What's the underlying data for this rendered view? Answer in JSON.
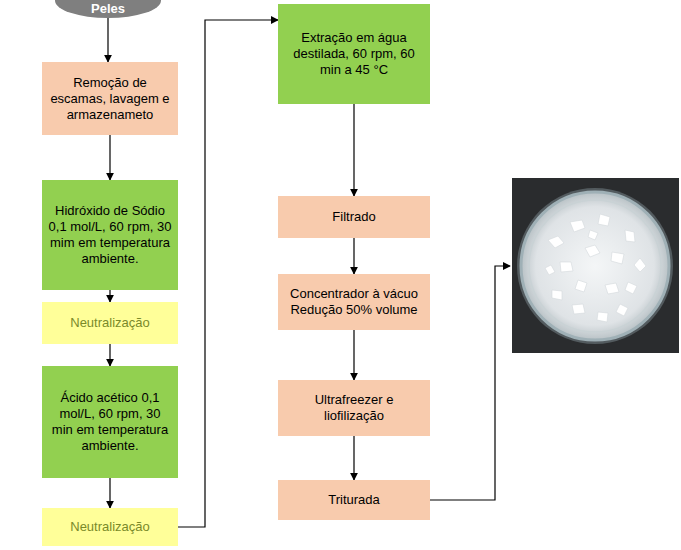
{
  "diagram": {
    "nodes": [
      {
        "text": [
          "Peles"
        ]
      },
      {
        "text": [
          "Remoção de escamas, lavagem e armazenameto"
        ]
      },
      {
        "text": [
          "Hidróxido de Sódio 0,1 mol/L, 60 rpm, 30 mim em temperatura ambiente."
        ]
      },
      {
        "text": [
          "Neutralização"
        ]
      },
      {
        "text": [
          "Ácido acético 0,1 mol/L, 60 rpm, 30 min em temperatura ambiente."
        ]
      },
      {
        "text": [
          "Neutralização"
        ]
      },
      {
        "text": [
          "Extração em água destilada, 60 rpm, 60 min a 45 °C"
        ]
      },
      {
        "text": [
          "Filtrado"
        ]
      },
      {
        "text": [
          "Concentrador à vácuo Redução 50% volume"
        ]
      },
      {
        "text": [
          "Ultrafreezer e liofilização"
        ]
      },
      {
        "text": [
          "Triturada"
        ]
      }
    ],
    "edges": [
      {
        "from": 0,
        "to": 1,
        "arrow": "to"
      },
      {
        "from": 1,
        "to": 2,
        "arrow": "to"
      },
      {
        "from": 2,
        "to": 3,
        "arrow": "to"
      },
      {
        "from": 3,
        "to": 4,
        "arrow": "to"
      },
      {
        "from": 4,
        "to": 5,
        "arrow": "to"
      },
      {
        "from": 5,
        "to": 6,
        "arrow": "to"
      },
      {
        "from": 6,
        "to": 7,
        "arrow": "to"
      },
      {
        "from": 7,
        "to": 8,
        "arrow": "to"
      },
      {
        "from": 8,
        "to": 9,
        "arrow": "to"
      },
      {
        "from": 9,
        "to": 10,
        "arrow": "to"
      }
    ]
  }
}
